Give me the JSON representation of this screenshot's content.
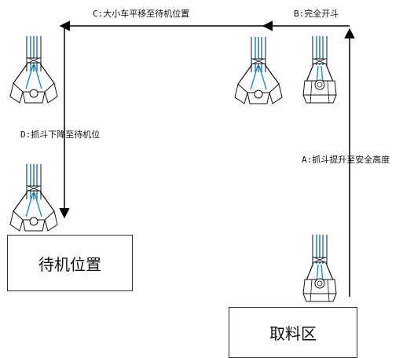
{
  "labels": {
    "step_a": "A:抓斗提升至安全高度",
    "step_b": "B:完全开斗",
    "step_c": "C:大小车平移至待机位置",
    "step_d": "D:抓斗下降至待机位"
  },
  "boxes": {
    "standby": "待机位置",
    "pickup": "取料区"
  },
  "grabs": [
    {
      "name": "grab-standby-top",
      "state": "open"
    },
    {
      "name": "grab-c-start",
      "state": "open"
    },
    {
      "name": "grab-b",
      "state": "closed"
    },
    {
      "name": "grab-standby-lowered",
      "state": "open"
    },
    {
      "name": "grab-pickup",
      "state": "closed"
    }
  ],
  "colors": {
    "line": "#000000",
    "cable": "#1a8fd6",
    "grab_fill": "#ffffff"
  }
}
